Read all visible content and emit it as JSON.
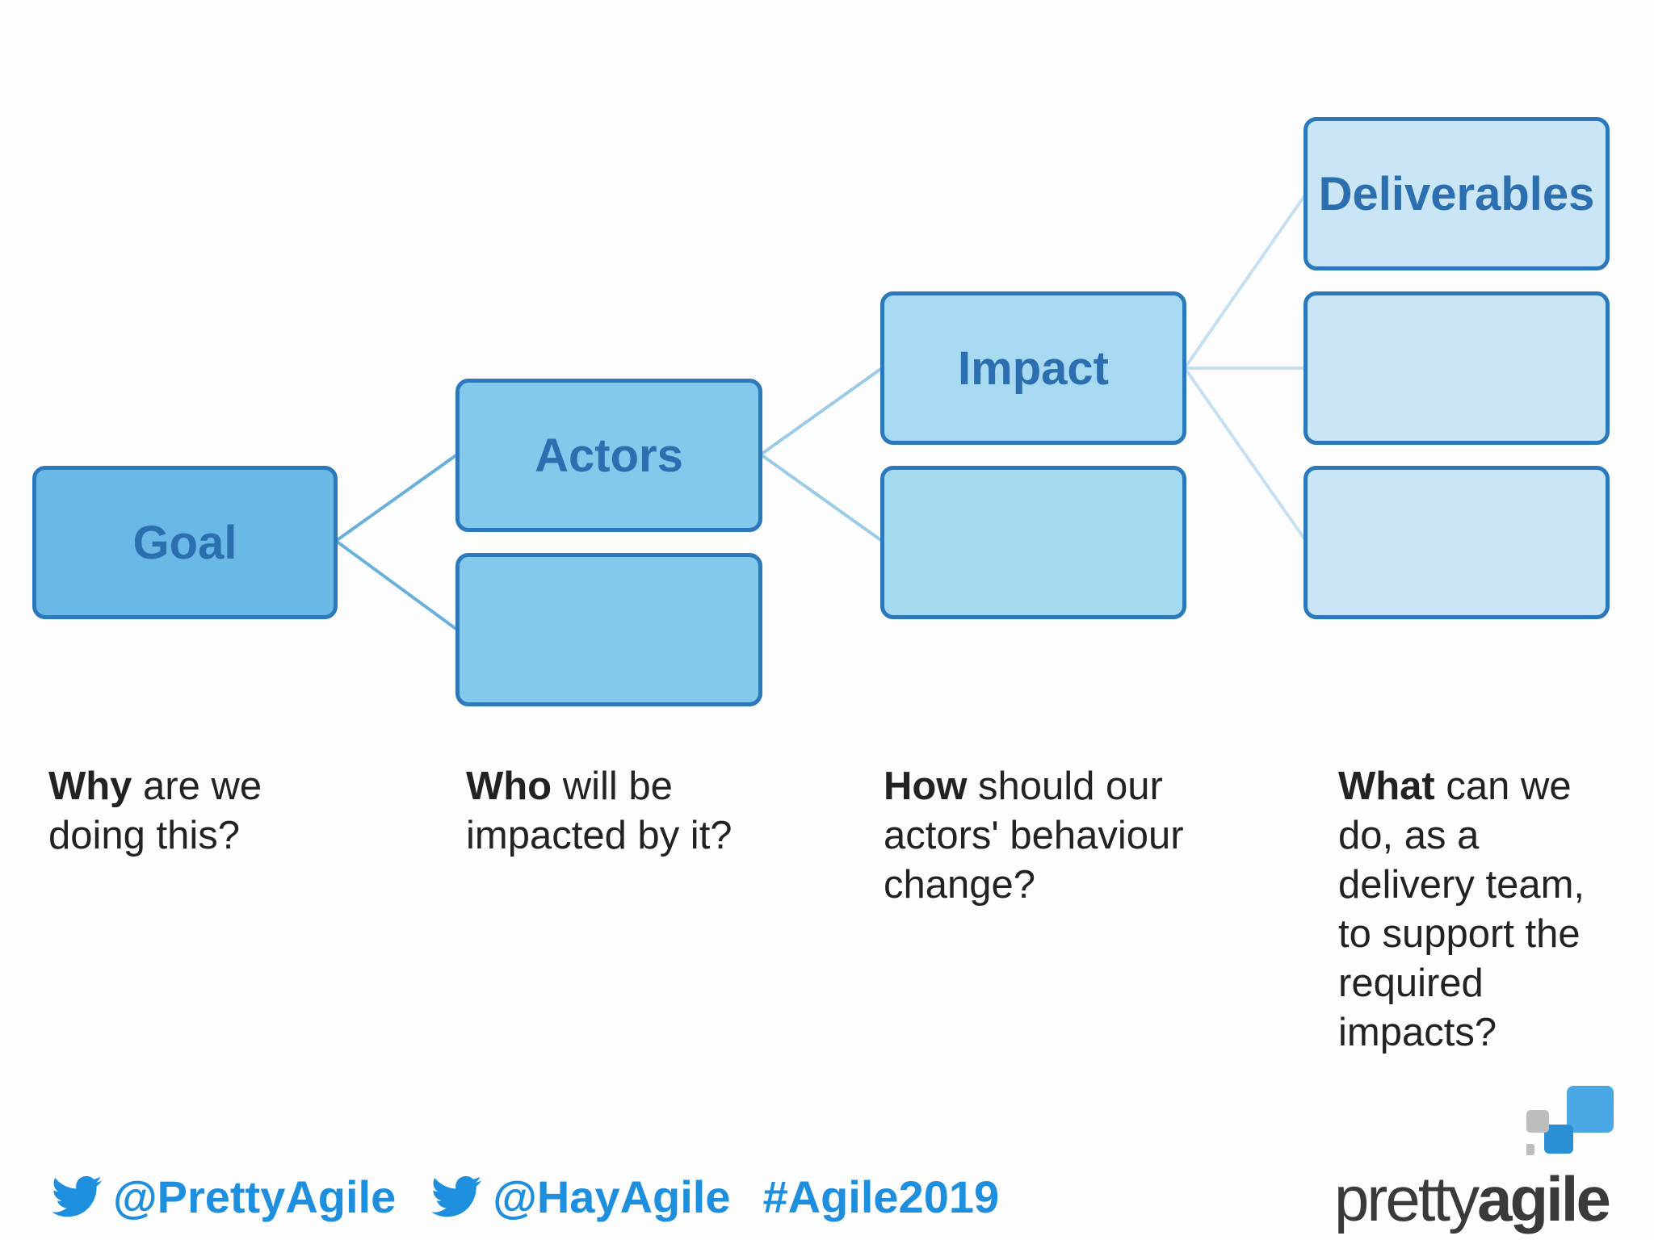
{
  "boxes": {
    "goal": "Goal",
    "actors": "Actors",
    "actors_2": "",
    "impact": "Impact",
    "impact_2": "",
    "deliverables": "Deliverables",
    "deliverables_2": "",
    "deliverables_3": ""
  },
  "questions": [
    {
      "bold": "Why",
      "rest": " are we doing this?"
    },
    {
      "bold": "Who",
      "rest": " will be impacted by it?"
    },
    {
      "bold": "How",
      "rest": " should our actors' behaviour change?"
    },
    {
      "bold": "What",
      "rest": " can we do, as a delivery team, to support the required impacts?"
    }
  ],
  "footer": {
    "handle_1": "@PrettyAgile",
    "handle_2": "@HayAgile",
    "hashtag": "#Agile2019"
  },
  "logo": {
    "pretty": "pretty",
    "agile": "agile"
  },
  "colors": {
    "goal_fill": "#69b8e6",
    "actors_fill": "#82c9eb",
    "impact_fill": "#a7daf2",
    "deliverables_fill": "#cae6f6",
    "border": "#2b78bc",
    "twitter": "#1d8fde"
  },
  "icons": [
    "twitter-bird-icon"
  ]
}
